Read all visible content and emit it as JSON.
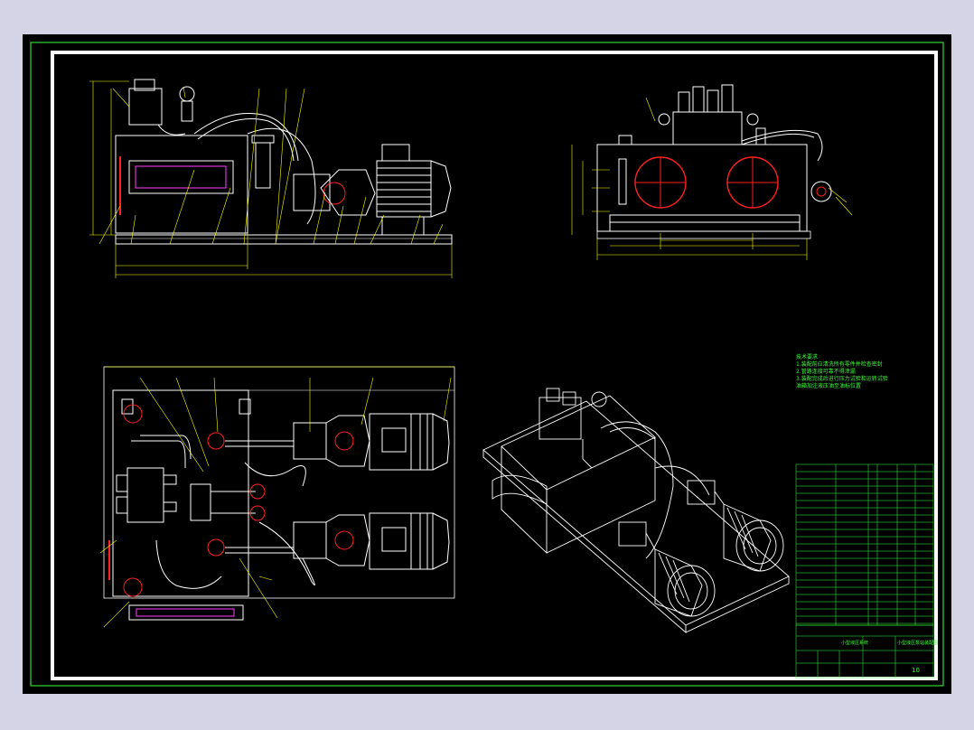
{
  "technical_notes": {
    "heading": "技术要求",
    "lines": [
      "1.装配前应清洗所有零件并检查密封",
      "2.管路连接可靠不得泄漏",
      "3.装配完成后进行压力试验和运转试验",
      "油箱加注液压油至油标位置"
    ]
  },
  "title_block": {
    "title_a": "小型液压系统",
    "title_b": "小型液压泵站装配图",
    "sheet_number": "10"
  },
  "colors": {
    "background": "#000000",
    "frame_green": "#3cff3c",
    "outline_white": "#ffffff",
    "dimension_yellow": "#ffff00",
    "accent_red": "#ff2020",
    "magenta": "#ff40ff",
    "screen_margin": "#d4d4e6"
  }
}
